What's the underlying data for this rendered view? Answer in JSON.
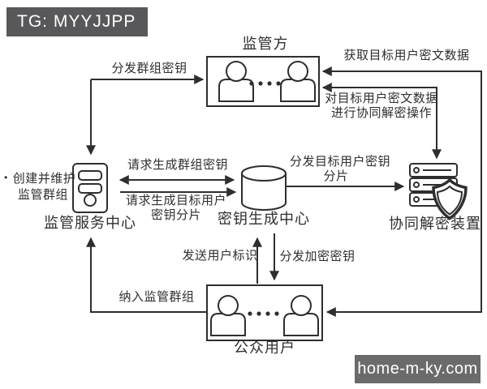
{
  "colors": {
    "badge_bg": "#58585a",
    "watermark_bg": "#6b6b6b",
    "line": "#2e2e2e",
    "background": "#ffffff"
  },
  "badge": {
    "text": "TG: MYYJJPP"
  },
  "watermark": {
    "text": "home-m-ky.com"
  },
  "nodes": {
    "supervisor": {
      "label": "监管方",
      "icon": "users-icon"
    },
    "service_center": {
      "label": "监管服务中心",
      "icon": "server-tower-icon",
      "note_bullet": "•",
      "note_line1": "创建并维护",
      "note_line2": "监管群组"
    },
    "key_center": {
      "label": "密钥生成中心",
      "icon": "database-cylinder-icon"
    },
    "decrypt_device": {
      "label": "协同解密装置",
      "icon": "server-rack-shield-icon"
    },
    "public_users": {
      "label": "公众用户",
      "icon": "users-icon"
    }
  },
  "edges": {
    "distribute_group_key": {
      "label": "分发群组密钥"
    },
    "get_ciphertext": {
      "label": "获取目标用户密文数据"
    },
    "collab_decrypt": {
      "label_line1": "对目标用户密文数据",
      "label_line2": "进行协同解密操作"
    },
    "request_group_key": {
      "label": "请求生成群组密钥"
    },
    "request_key_shard": {
      "label_line1": "请求生成目标用户",
      "label_line2": "密钥分片"
    },
    "distribute_key_shard": {
      "label_line1": "分发目标用户密钥",
      "label_line2": "分片"
    },
    "send_user_id": {
      "label": "发送用户标识"
    },
    "distribute_enc_key": {
      "label": "分发加密密钥"
    },
    "join_group": {
      "label": "纳入监管群组"
    }
  }
}
